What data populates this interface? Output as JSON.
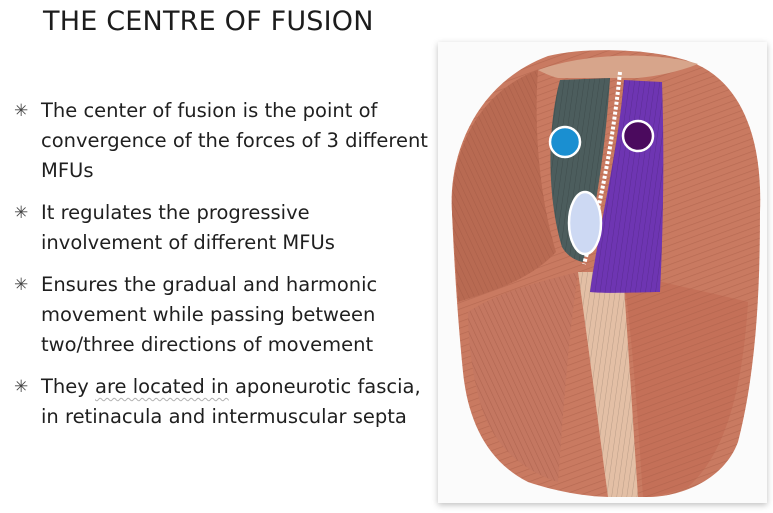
{
  "slide": {
    "title": "THE CENTRE OF FUSION",
    "bullets": [
      {
        "text": "The center of fusion  is the  point of convergence of the  forces of 3 different MFUs"
      },
      {
        "text": "It regulates the progressive involvement of different MFUs"
      },
      {
        "text": "Ensures the gradual and harmonic movement while passing between two/three directions of movement"
      },
      {
        "pre": "They ",
        "underlined": "are located in",
        "post": " aponeurotic fascia, in retinacula and intermuscular septa"
      }
    ],
    "bullet_symbol": "✳"
  },
  "figure": {
    "markers": [
      {
        "name": "blue-circle",
        "color": "#1a8fd1"
      },
      {
        "name": "purple-circle",
        "color": "#4b0a5e"
      },
      {
        "name": "light-ellipse",
        "color": "#cdd9f3"
      }
    ],
    "colors": {
      "muscle": "#c7785f",
      "muscle_dark": "#9e5540",
      "tendon": "#e8c7ad",
      "highlight_gray": "#4c5d5d",
      "highlight_purple": "#6e35b2"
    }
  }
}
